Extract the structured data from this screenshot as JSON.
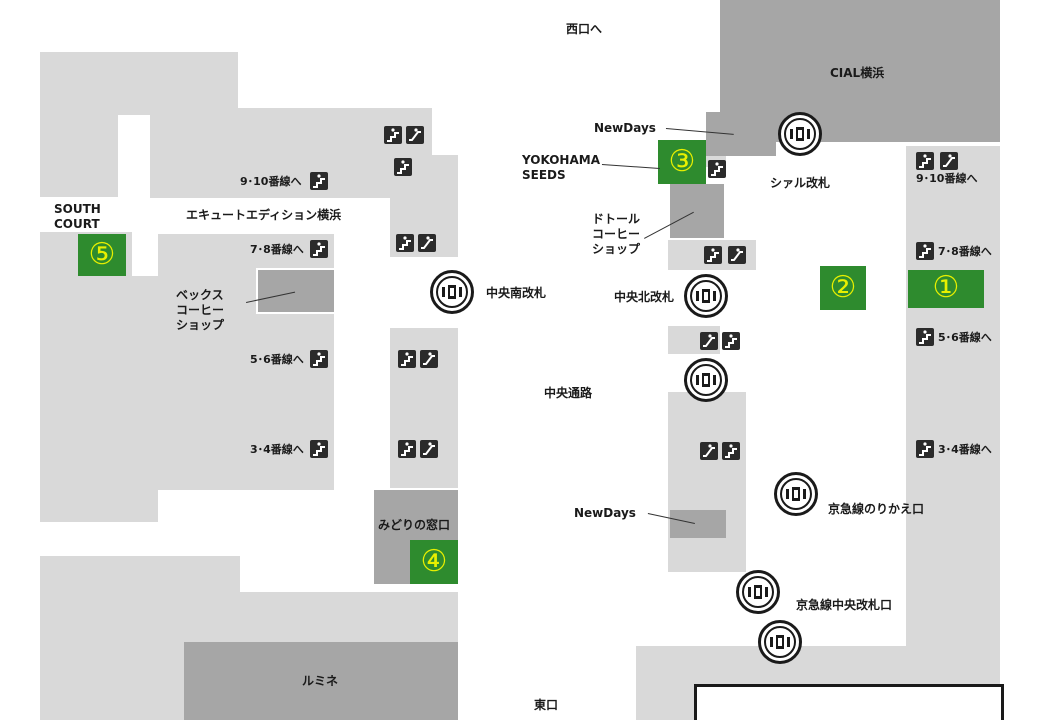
{
  "labels": {
    "west_exit": "西口へ",
    "east_exit": "東口",
    "cial_yokohama": "CIAL横浜",
    "lumine": "ルミネ",
    "south_court": "SOUTH\nCOURT",
    "ecute": "エキュートエディション横浜",
    "becks": "ベックス\nコーヒー\nショップ",
    "doutor": "ドトール\nコーヒー\nショップ",
    "newdays_top": "NewDays",
    "newdays_bottom": "NewDays",
    "yokohama_seeds": "YOKOHAMA\nSEEDS",
    "midori": "みどりの窓口",
    "central_passage": "中央通路",
    "cial_gate": "シァル改札",
    "central_south_gate": "中央南改札",
    "central_north_gate": "中央北改札",
    "keikyu_transfer": "京急線のりかえ口",
    "keikyu_central_gate": "京急線中央改札口"
  },
  "platforms_left": {
    "p910": "9･10番線へ",
    "p78": "7･8番線へ",
    "p56": "5･6番線へ",
    "p34": "3･4番線へ"
  },
  "platforms_right": {
    "p910": "9･10番線へ",
    "p78": "7･8番線へ",
    "p56": "5･6番線へ",
    "p34": "3･4番線へ"
  },
  "points": {
    "p1": "①",
    "p2": "②",
    "p3": "③",
    "p4": "④",
    "p5": "⑤"
  },
  "icons": {
    "gate": "ticket-gate-icon",
    "stairs": "stairs-icon",
    "escalator": "escalator-icon"
  },
  "colors": {
    "point_bg": "#2e8b2e",
    "point_fg": "#e8f000",
    "area_light": "#d9d9d9",
    "area_dark": "#a6a6a6",
    "icon_bg": "#2b2b2b"
  }
}
